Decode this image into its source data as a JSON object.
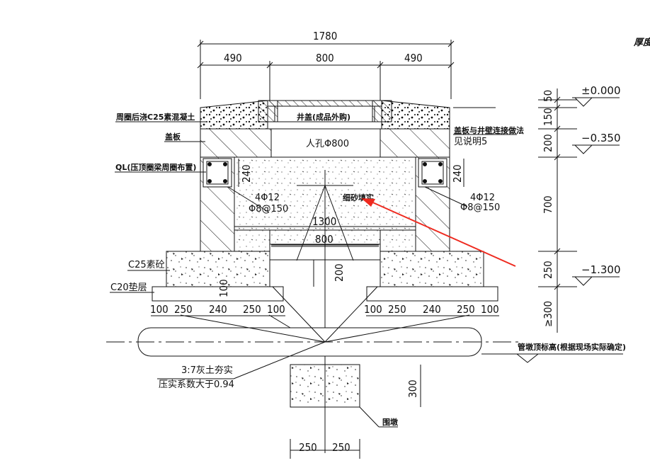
{
  "drawing": {
    "corner_text": "厚度",
    "dimensions": {
      "overall_width": "1780",
      "left_wall": "490",
      "opening": "800",
      "right_wall": "490",
      "ring_beam_left": "240",
      "ring_beam_right": "240",
      "inner_width_1300": "1300",
      "inner_width_800": "800",
      "cushion_200": "200",
      "base_100": "100",
      "base_bottom": [
        "100",
        "250",
        "240",
        "250",
        "100",
        "100",
        "250",
        "240",
        "250",
        "100"
      ],
      "pier_300": "300",
      "pier_width": [
        "250",
        "250"
      ],
      "vertical": [
        "50",
        "150",
        "200",
        "700",
        "250",
        "≥300"
      ]
    },
    "elevations": [
      "±0.000",
      "−0.350",
      "−1.300"
    ],
    "labels": {
      "c25_ring": "周圈后浇C25素混凝土",
      "cover_plate": "盖板",
      "ql": "QL(压顶圈梁周圈布置)",
      "manhole_cover": "井盖(成品外购)",
      "manhole": "人孔Φ800",
      "rebar_main_left": "4Φ12",
      "rebar_stirrup_left": "Φ8@150",
      "rebar_main_right": "4Φ12",
      "rebar_stirrup_right": "Φ8@150",
      "fine_sand": "细砂填实",
      "connect_note_1": "盖板与井壁连接做法",
      "connect_note_2": "见说明5",
      "c25_plain": "C25素砼",
      "c20_cushion": "C20垫层",
      "lime_soil": "3:7灰土夯实",
      "compaction": "压实系数大于0.94",
      "pier": "围墩",
      "pipe_top": "管墩顶标高(根据现场实际确定)"
    },
    "annotation_color": "#ee2a1f"
  }
}
